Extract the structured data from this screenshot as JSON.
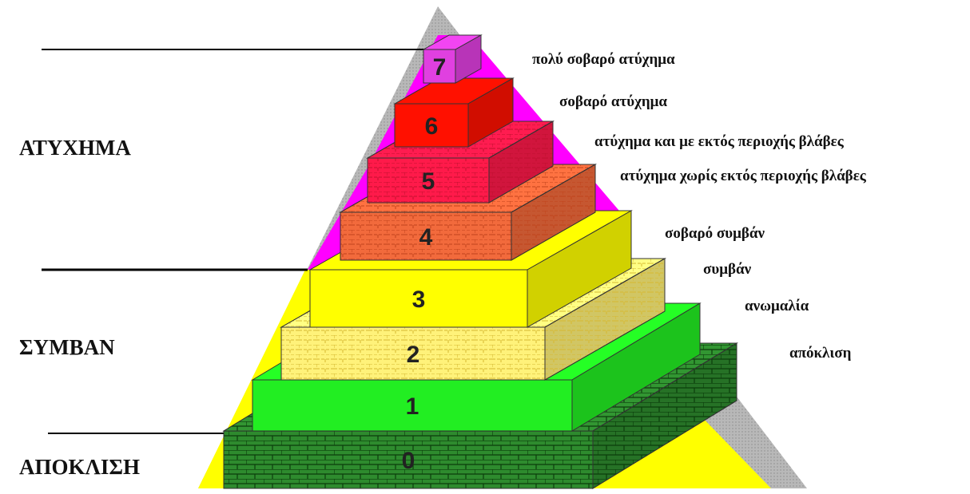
{
  "categories": [
    {
      "label": "ΑΤΥΧΗΜΑ"
    },
    {
      "label": "ΣΥΜΒΑΝ"
    },
    {
      "label": "ΑΠΟΚΛΙΣΗ"
    }
  ],
  "levels": [
    {
      "number": "0",
      "label": "απόκλιση",
      "color": "#2e8b2e",
      "texture": "grid"
    },
    {
      "number": "1",
      "label": "ανωμαλία",
      "color": "#22ee22",
      "texture": "none"
    },
    {
      "number": "2",
      "label": "συμβάν",
      "color": "#fff27a",
      "texture": "grid"
    },
    {
      "number": "3",
      "label": "σοβαρό συμβάν",
      "color": "#ffff00",
      "texture": "none"
    },
    {
      "number": "4",
      "label": "ατύχημα χωρίς εκτός περιοχής βλάβες",
      "color": "#f26a3c",
      "texture": "grid"
    },
    {
      "number": "5",
      "label": "ατύχημα και με εκτός περιοχής βλάβες",
      "color": "#ff1a4a",
      "texture": "grid"
    },
    {
      "number": "6",
      "label": "σοβαρό ατύχημα",
      "color": "#ff1000",
      "texture": "none"
    },
    {
      "number": "7",
      "label": "πολύ σοβαρό ατύχημα",
      "color": "#e040e0",
      "texture": "none"
    }
  ],
  "colors": {
    "pyramid_background": "#ff00ff",
    "pyramid_middle": "#ffff00",
    "pyramid_apex": "#a8a8a8"
  }
}
